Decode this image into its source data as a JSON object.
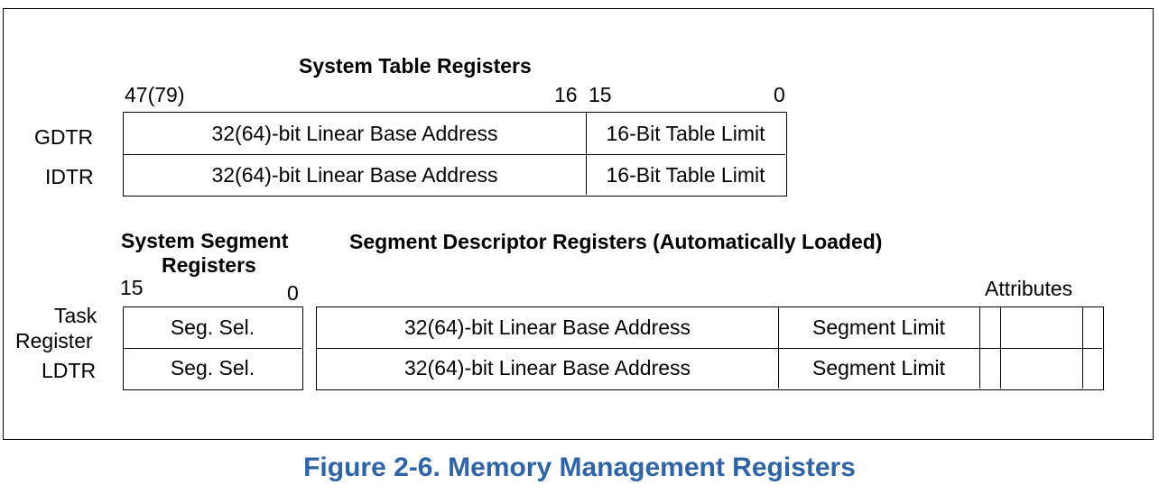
{
  "system_table_registers": {
    "heading": "System Table Registers",
    "bit_high": "47(79)",
    "bit_16": "16",
    "bit_15": "15",
    "bit_0": "0",
    "rows": [
      {
        "label": "GDTR",
        "base": "32(64)-bit Linear Base Address",
        "limit": "16-Bit Table Limit"
      },
      {
        "label": "IDTR",
        "base": "32(64)-bit Linear Base Address",
        "limit": "16-Bit Table Limit"
      }
    ]
  },
  "system_segment_registers": {
    "heading_line1": "System Segment",
    "heading_line2": "Registers",
    "bit_15": "15",
    "bit_0": "0",
    "rows": [
      {
        "label_line1": "Task",
        "label_line2": "Register",
        "value": "Seg. Sel."
      },
      {
        "label_line1": "LDTR",
        "label_line2": "",
        "value": "Seg. Sel."
      }
    ]
  },
  "segment_descriptor_registers": {
    "heading": "Segment Descriptor Registers (Automatically Loaded)",
    "attributes_label": "Attributes",
    "rows": [
      {
        "base": "32(64)-bit Linear Base Address",
        "limit": "Segment Limit"
      },
      {
        "base": "32(64)-bit Linear Base Address",
        "limit": "Segment Limit"
      }
    ]
  },
  "figure_caption": "Figure 2-6.  Memory Management Registers",
  "colors": {
    "caption": "#2f64a8",
    "lines": "#000000"
  }
}
